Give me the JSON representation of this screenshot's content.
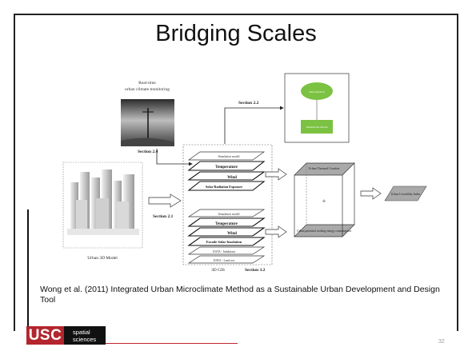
{
  "slide": {
    "title": "Bridging Scales",
    "caption": "Wong et al. (2011) Integrated Urban Microclimate Method as a Sustainable Urban Development and Design Tool",
    "page_number": "32",
    "accent_color": "#b3262e"
  },
  "logo": {
    "main": "USC",
    "sub_line1": "spatial",
    "sub_line2": "sciences"
  },
  "diagram": {
    "photo_label_line1": "Real-time",
    "photo_label_line2": "urban climate monitoring",
    "section_2_4": "Section 2.4",
    "section_2_2": "Section 2.2",
    "section_2_1": "Section 2.1",
    "section_3_2": "Section 3.2",
    "model_caption": "Urban 3D Model",
    "gis_caption": "3D GIS",
    "flow_top": "Heat function",
    "flow_bottom": "Simulate the Terrain",
    "upper_layers": [
      "Simulation model",
      "Temperature",
      "Wind",
      "Solar Radiation Exposure"
    ],
    "lower_layers": [
      "Simulation model",
      "Temperature",
      "Wind",
      "Facade Solar Insolation",
      "DATA - Inhabitant",
      "DATA - Land use"
    ],
    "cube_top": "Urban Thermal Comfort",
    "cube_bottom": "Urban potential cooling energy consumption",
    "cube_plus": "+",
    "output_label": "Urban Liveability Index"
  }
}
